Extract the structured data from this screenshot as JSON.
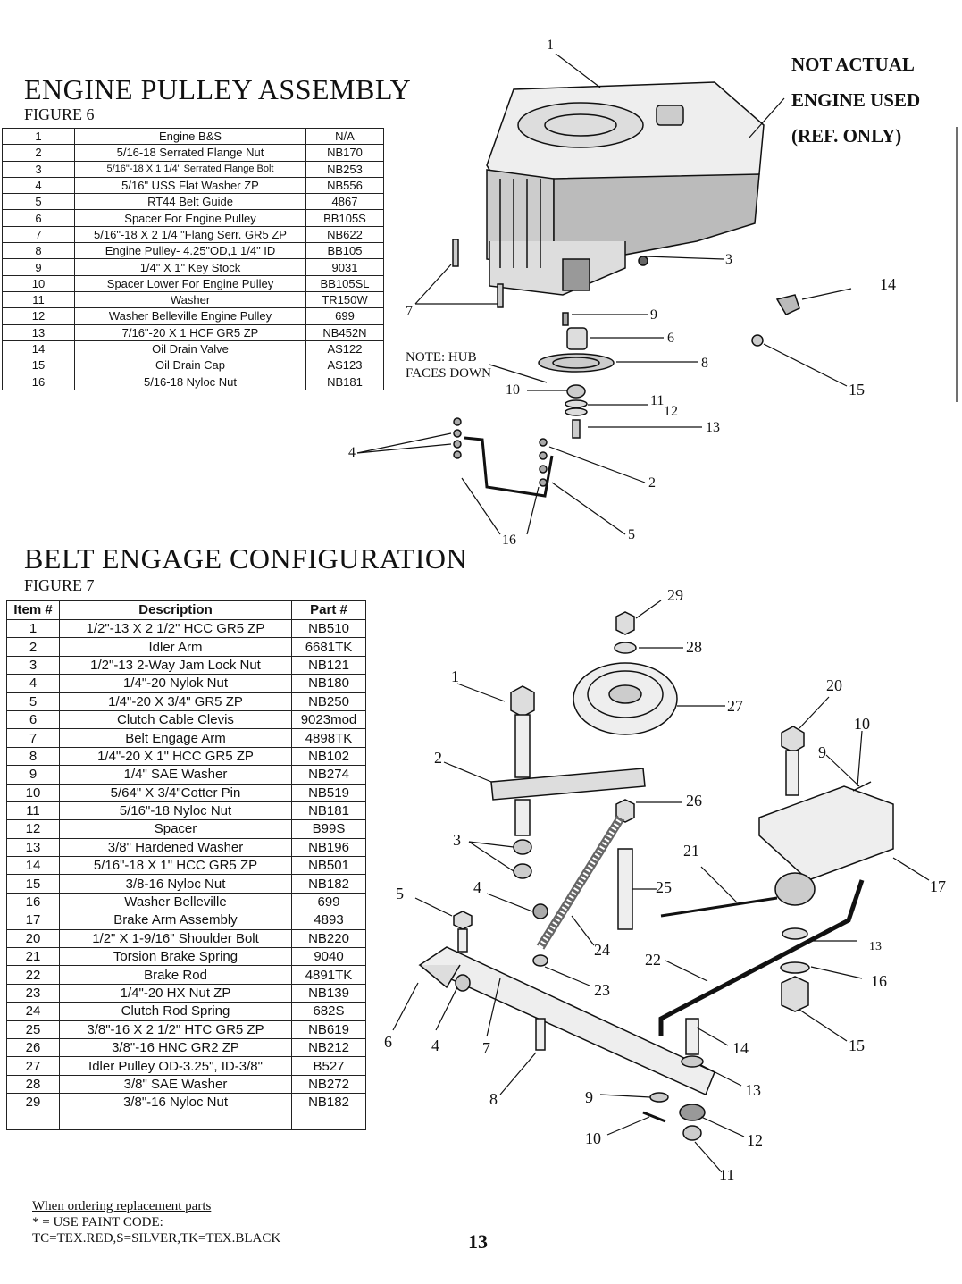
{
  "engine_section": {
    "title": "ENGINE PULLEY ASSEMBLY",
    "figure": "FIGURE 6",
    "rows": [
      [
        "1",
        "Engine B&S",
        "N/A"
      ],
      [
        "2",
        "5/16-18 Serrated Flange Nut",
        "NB170"
      ],
      [
        "3",
        "5/16\"-18 X 1 1/4\" Serrated Flange Bolt",
        "NB253"
      ],
      [
        "4",
        "5/16\" USS Flat Washer ZP",
        "NB556"
      ],
      [
        "5",
        "RT44 Belt Guide",
        "4867"
      ],
      [
        "6",
        "Spacer For Engine Pulley",
        "BB105S"
      ],
      [
        "7",
        "5/16\"-18 X 2 1/4 \"Flang Serr. GR5 ZP",
        "NB622"
      ],
      [
        "8",
        "Engine Pulley- 4.25\"OD,1 1/4\" ID",
        "BB105"
      ],
      [
        "9",
        "1/4\" X 1\" Key Stock",
        "9031"
      ],
      [
        "10",
        "Spacer Lower For Engine Pulley",
        "BB105SL"
      ],
      [
        "11",
        "Washer",
        "TR150W"
      ],
      [
        "12",
        "Washer Belleville Engine Pulley",
        "699"
      ],
      [
        "13",
        "7/16\"-20 X 1 HCF GR5 ZP",
        "NB452N"
      ],
      [
        "14",
        "Oil Drain Valve",
        "AS122"
      ],
      [
        "15",
        "Oil Drain Cap",
        "AS123"
      ],
      [
        "16",
        "5/16-18 Nyloc Nut",
        "NB181"
      ]
    ],
    "note_line1": "NOTE: HUB",
    "note_line2": "FACES DOWN",
    "not_actual_1": "NOT ACTUAL",
    "not_actual_2": "ENGINE USED",
    "not_actual_3": "(REF. ONLY)"
  },
  "belt_section": {
    "title": "BELT ENGAGE CONFIGURATION",
    "figure": "FIGURE 7",
    "headers": [
      "Item #",
      "Description",
      "Part #"
    ],
    "rows": [
      [
        "1",
        "1/2\"-13 X 2 1/2\" HCC GR5 ZP",
        "NB510"
      ],
      [
        "2",
        "Idler Arm",
        "6681TK"
      ],
      [
        "3",
        "1/2\"-13 2-Way Jam Lock Nut",
        "NB121"
      ],
      [
        "4",
        "1/4\"-20 Nylok Nut",
        "NB180"
      ],
      [
        "5",
        "1/4\"-20 X 3/4\" GR5 ZP",
        "NB250"
      ],
      [
        "6",
        "Clutch Cable Clevis",
        "9023mod"
      ],
      [
        "7",
        "Belt Engage Arm",
        "4898TK"
      ],
      [
        "8",
        "1/4\"-20 X 1\" HCC GR5 ZP",
        "NB102"
      ],
      [
        "9",
        "1/4\" SAE Washer",
        "NB274"
      ],
      [
        "10",
        "5/64\" X 3/4\"Cotter Pin",
        "NB519"
      ],
      [
        "11",
        "5/16\"-18 Nyloc Nut",
        "NB181"
      ],
      [
        "12",
        "Spacer",
        "B99S"
      ],
      [
        "13",
        "3/8\" Hardened Washer",
        "NB196"
      ],
      [
        "14",
        "5/16\"-18 X 1\" HCC GR5 ZP",
        "NB501"
      ],
      [
        "15",
        "3/8-16 Nyloc Nut",
        "NB182"
      ],
      [
        "16",
        "Washer Belleville",
        "699"
      ],
      [
        "17",
        "Brake Arm Assembly",
        "4893"
      ],
      [
        "20",
        "1/2\" X 1-9/16\" Shoulder Bolt",
        "NB220"
      ],
      [
        "21",
        "Torsion Brake Spring",
        "9040"
      ],
      [
        "22",
        "Brake Rod",
        "4891TK"
      ],
      [
        "23",
        "1/4\"-20 HX Nut ZP",
        "NB139"
      ],
      [
        "24",
        "Clutch Rod Spring",
        "682S"
      ],
      [
        "25",
        "3/8\"-16 X 2 1/2\" HTC GR5 ZP",
        "NB619"
      ],
      [
        "26",
        "3/8\"-16 HNC GR2 ZP",
        "NB212"
      ],
      [
        "27",
        "Idler Pulley OD-3.25\", ID-3/8\"",
        "B527"
      ],
      [
        "28",
        "3/8\" SAE Washer",
        "NB272"
      ],
      [
        "29",
        "3/8\"-16 Nyloc Nut",
        "NB182"
      ],
      [
        "",
        "",
        ""
      ]
    ]
  },
  "footer": {
    "line1": "When ordering replacement parts",
    "line2": "* = USE PAINT CODE:",
    "line3": "TC=TEX.RED,S=SILVER,TK=TEX.BLACK",
    "page_number": "13"
  },
  "callouts_fig6": [
    "1",
    "3",
    "14",
    "7",
    "9",
    "6",
    "8",
    "15",
    "10",
    "11",
    "12",
    "13",
    "4",
    "2",
    "16",
    "5"
  ],
  "callouts_fig7": [
    "29",
    "28",
    "1",
    "27",
    "20",
    "10",
    "9",
    "2",
    "26",
    "3",
    "21",
    "4",
    "25",
    "17",
    "5",
    "13",
    "24",
    "22",
    "16",
    "23",
    "6",
    "4",
    "7",
    "14",
    "15",
    "13",
    "8",
    "9",
    "12",
    "10",
    "11"
  ]
}
